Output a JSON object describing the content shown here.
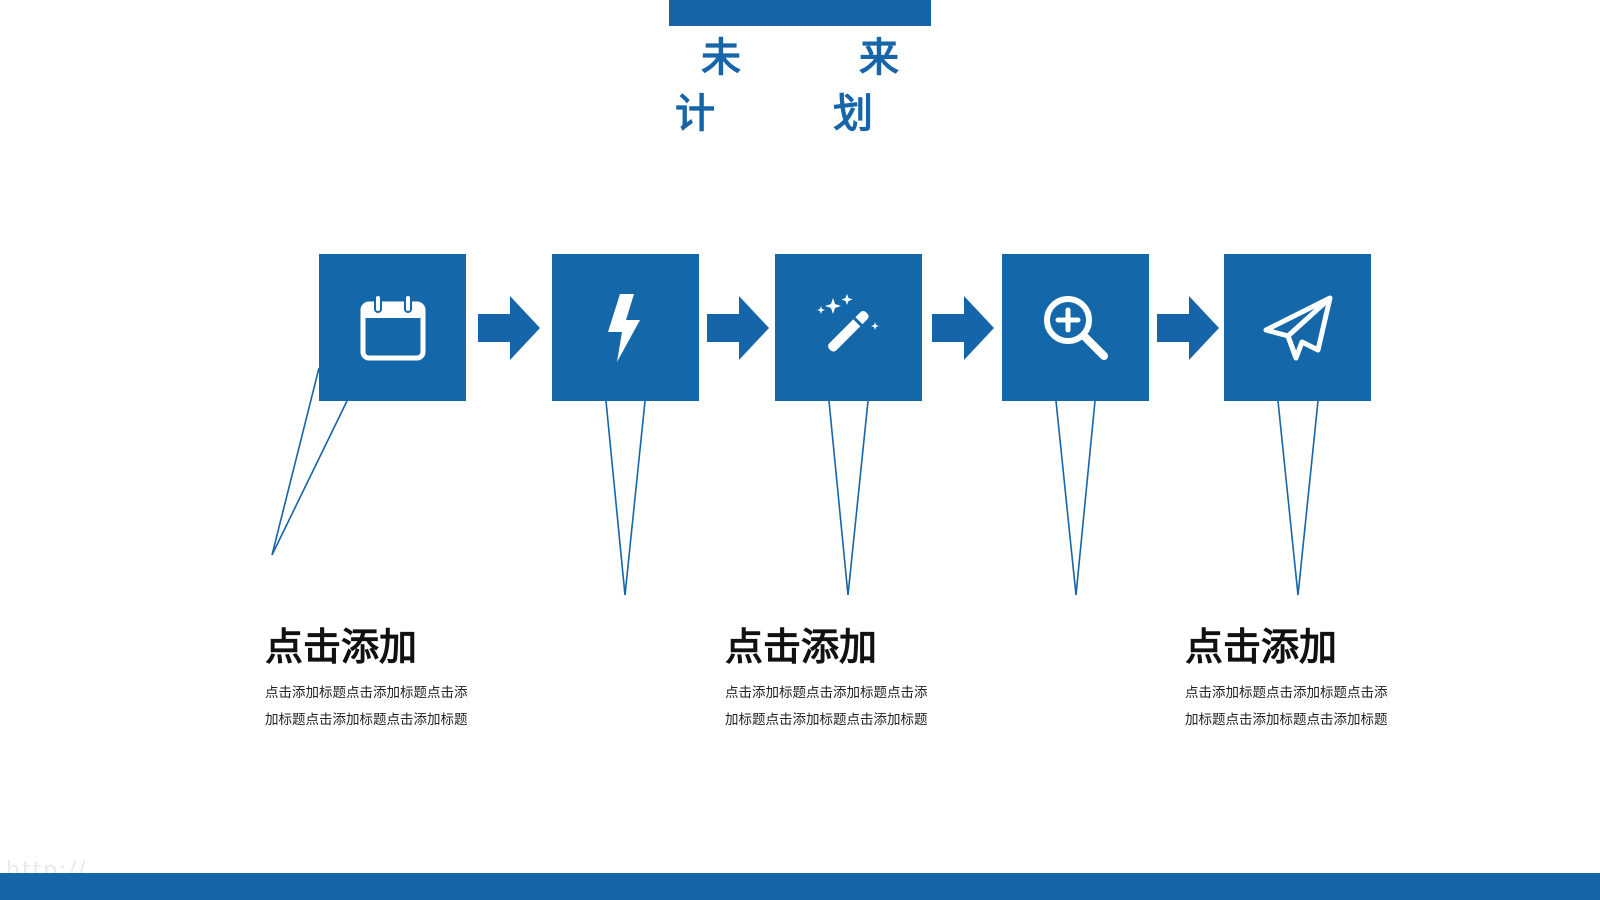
{
  "slide": {
    "title": "未 来 计 划",
    "accent_color": "#1565a8",
    "watermark": "http://..."
  },
  "steps": [
    {
      "icon": "calendar-icon"
    },
    {
      "icon": "lightning-bolt-icon"
    },
    {
      "icon": "magic-wand-icon"
    },
    {
      "icon": "zoom-in-icon"
    },
    {
      "icon": "paper-plane-icon"
    }
  ],
  "text_blocks": [
    {
      "title": "点击添加",
      "line1": "点击添加标题点击添加标题点击添",
      "line2": "加标题点击添加标题点击添加标题"
    },
    {
      "title": "点击添加",
      "line1": "点击添加标题点击添加标题点击添",
      "line2": "加标题点击添加标题点击添加标题"
    },
    {
      "title": "点击添加",
      "line1": "点击添加标题点击添加标题点击添",
      "line2": "加标题点击添加标题点击添加标题"
    }
  ]
}
